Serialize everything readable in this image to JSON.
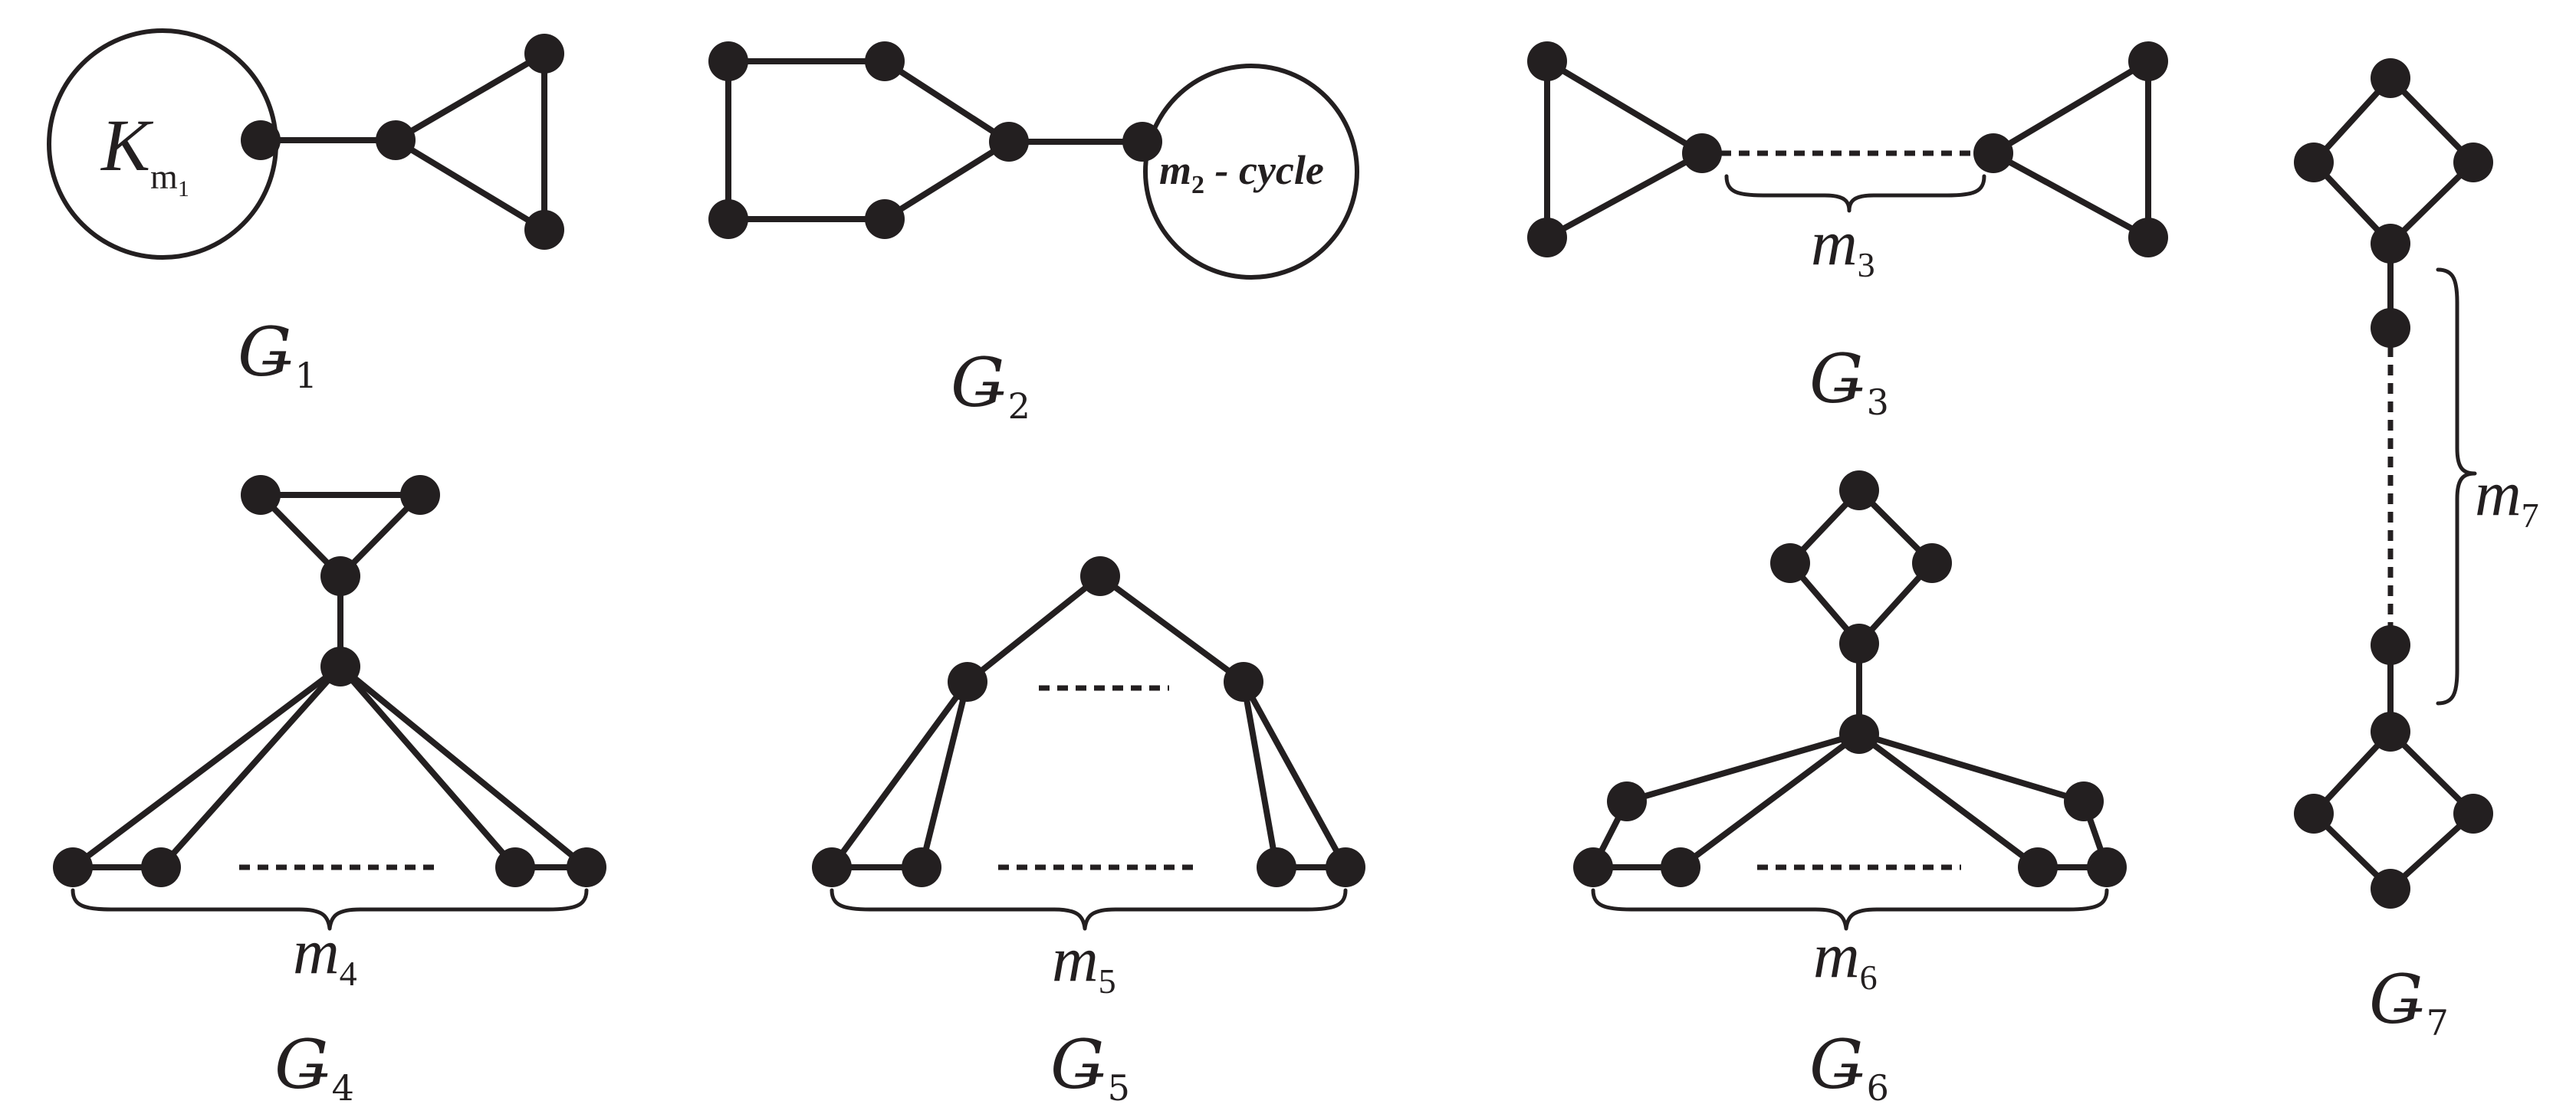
{
  "graphs": [
    {
      "letter": "Ǥ",
      "index": "1"
    },
    {
      "letter": "Ǥ",
      "index": "2"
    },
    {
      "letter": "Ǥ",
      "index": "3"
    },
    {
      "letter": "Ǥ",
      "index": "4"
    },
    {
      "letter": "Ǥ",
      "index": "5"
    },
    {
      "letter": "Ǥ",
      "index": "6"
    },
    {
      "letter": "Ǥ",
      "index": "7"
    }
  ],
  "params": [
    {
      "letter": "m",
      "index": "3"
    },
    {
      "letter": "m",
      "index": "4"
    },
    {
      "letter": "m",
      "index": "5"
    },
    {
      "letter": "m",
      "index": "6"
    },
    {
      "letter": "m",
      "index": "7"
    }
  ],
  "complete_graph": {
    "letter": "K",
    "subscript": "m",
    "subscript_index": "1"
  },
  "cycle": {
    "letter": "m",
    "index": "2",
    "suffix": " - cycle"
  }
}
